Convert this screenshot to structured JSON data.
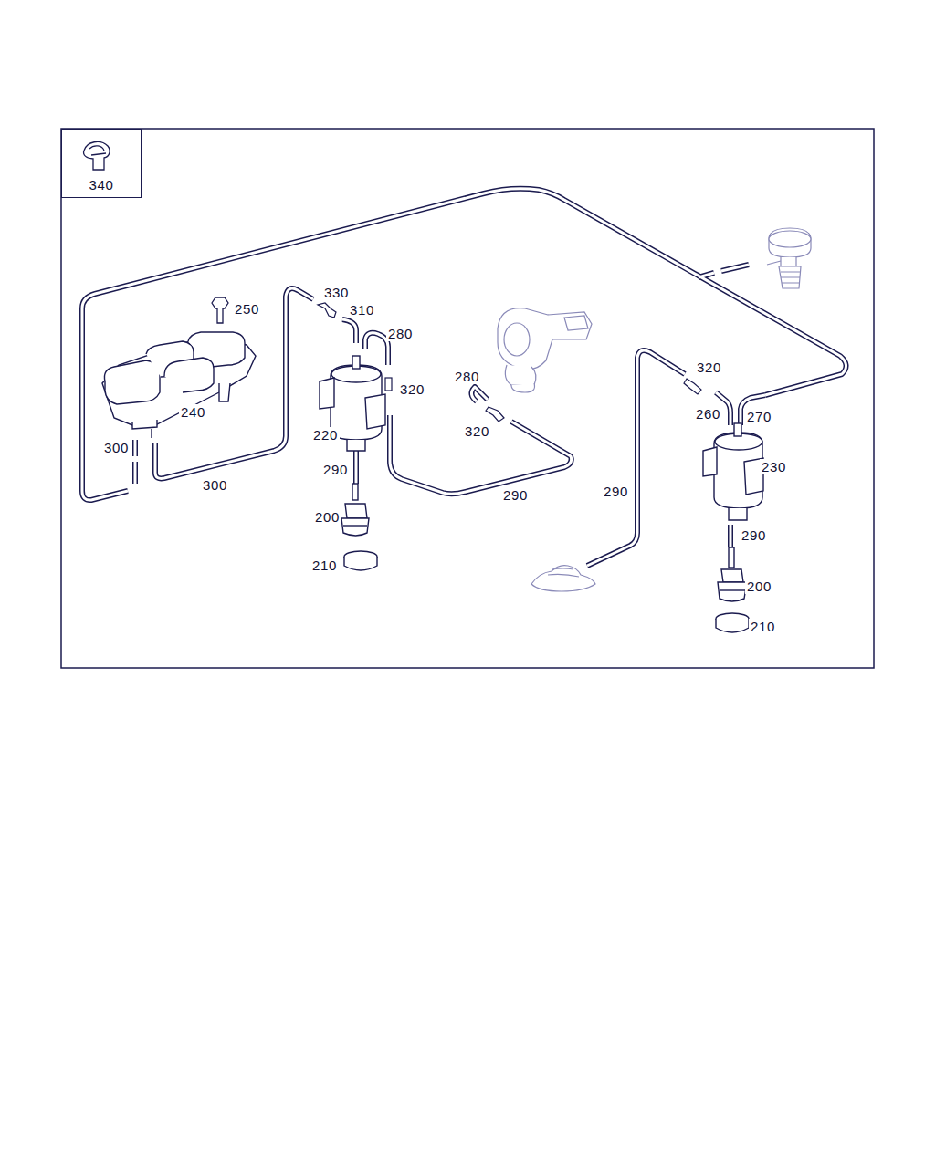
{
  "diagram": {
    "nodes": [
      {
        "text": [
          "340"
        ]
      }
    ],
    "labels": [
      "330",
      "250",
      "310",
      "280",
      "320",
      "280",
      "320",
      "240",
      "220",
      "260",
      "270",
      "320",
      "300",
      "290",
      "230",
      "300",
      "290",
      "290",
      "200",
      "290",
      "210",
      "200",
      "210"
    ]
  }
}
